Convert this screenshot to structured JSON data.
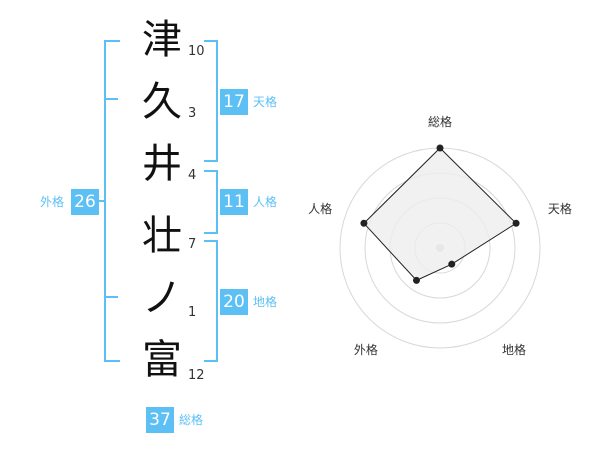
{
  "name": {
    "chars": [
      {
        "char": "津",
        "strokes": "10"
      },
      {
        "char": "久",
        "strokes": "3"
      },
      {
        "char": "井",
        "strokes": "4"
      },
      {
        "char": "壮",
        "strokes": "7"
      },
      {
        "char": "ノ",
        "strokes": "1"
      },
      {
        "char": "富",
        "strokes": "12"
      }
    ]
  },
  "fortunes": {
    "tenkaku": {
      "label": "天格",
      "value": "17"
    },
    "jinkaku": {
      "label": "人格",
      "value": "11"
    },
    "chikaku": {
      "label": "地格",
      "value": "20"
    },
    "gaikaku": {
      "label": "外格",
      "value": "26"
    },
    "soukaku": {
      "label": "総格",
      "value": "37"
    }
  },
  "colors": {
    "accent": "#5cc0f5",
    "radar_fill": "#eeeeee",
    "radar_line": "#222222"
  },
  "chart_data": {
    "type": "radar",
    "axes": [
      "総格",
      "天格",
      "地格",
      "外格",
      "人格"
    ],
    "values": [
      5,
      4,
      1,
      2,
      4
    ],
    "max": 5,
    "rings": 4
  }
}
